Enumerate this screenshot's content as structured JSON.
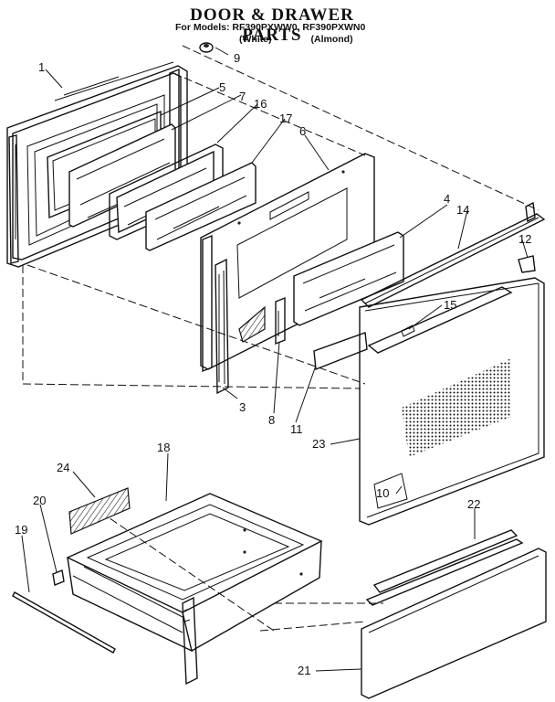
{
  "header": {
    "title": "DOOR & DRAWER PARTS",
    "models_line": "For Models: RF390PXWW0, RF390PXWN0",
    "variant_white": "(White)",
    "variant_almond": "(Almond)"
  },
  "callouts": {
    "c1": "1",
    "c3": "3",
    "c4": "4",
    "c5": "5",
    "c6": "6",
    "c7": "7",
    "c8": "8",
    "c9": "9",
    "c10": "10",
    "c11": "11",
    "c12": "12",
    "c14": "14",
    "c15": "15",
    "c16": "16",
    "c17": "17",
    "c18": "18",
    "c19": "19",
    "c20": "20",
    "c21": "21",
    "c22": "22",
    "c23": "23",
    "c24": "24"
  }
}
